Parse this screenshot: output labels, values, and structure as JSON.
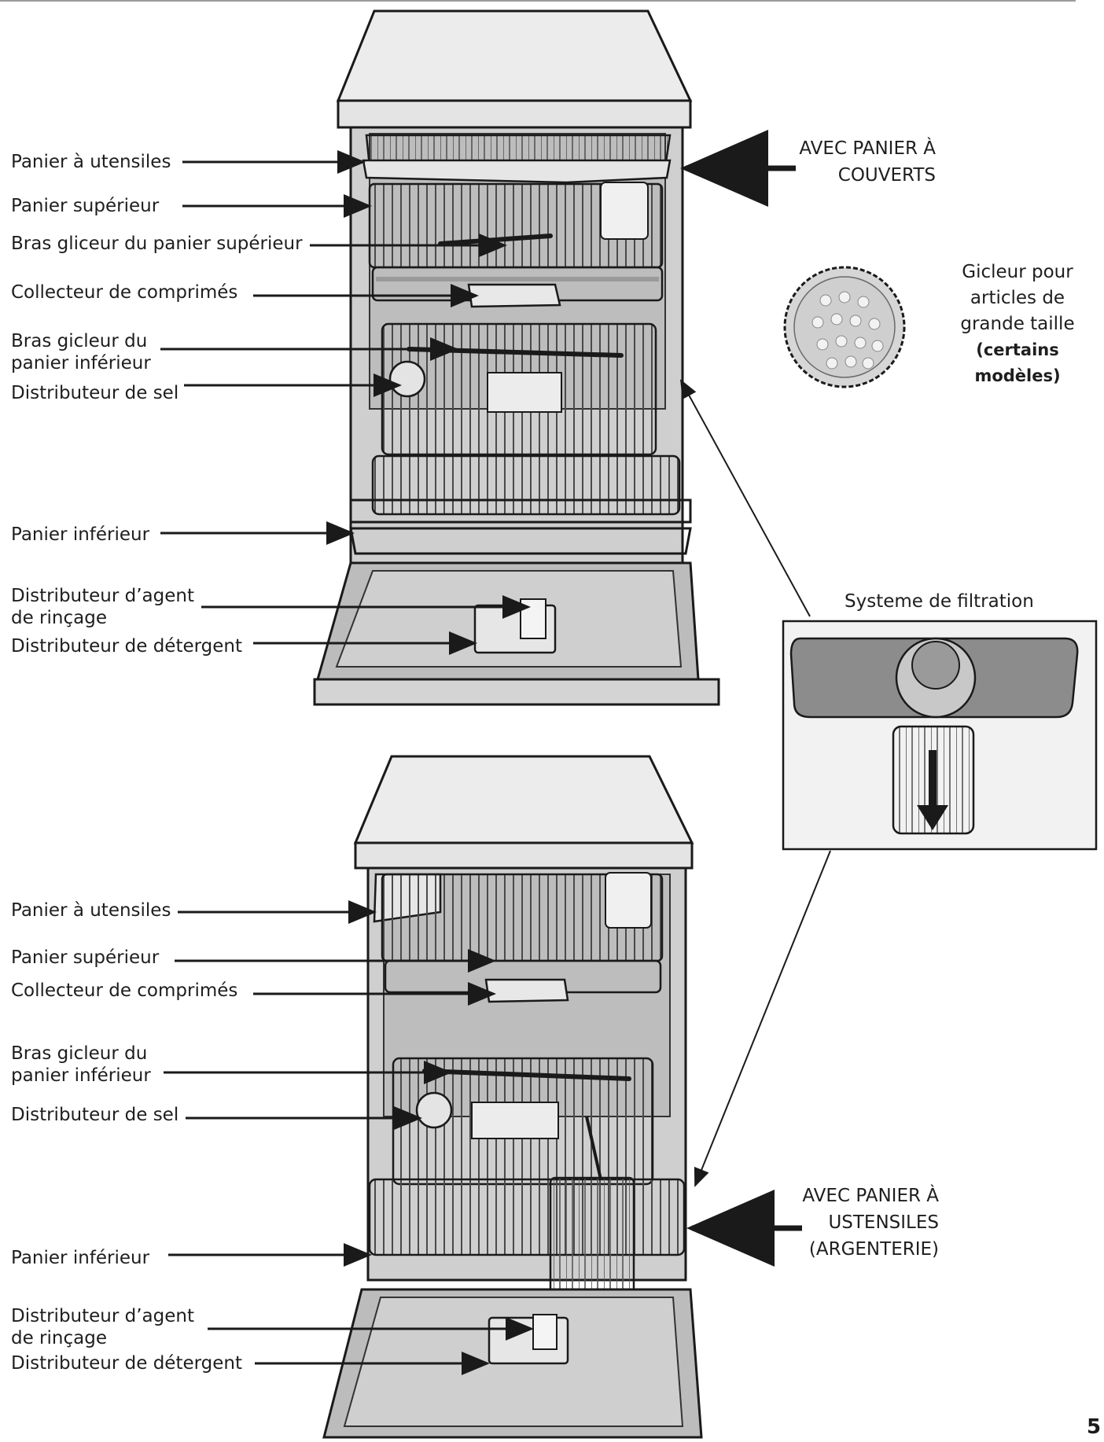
{
  "top_diagram": {
    "labels": [
      "Panier à utensiles",
      "Panier supérieur",
      "Bras gliceur du panier supérieur",
      "Collecteur de comprimés",
      "Bras gicleur du\npanier inférieur",
      "Distributeur de sel",
      "Panier inférieur",
      "Distributeur d’agent\nde rinçage",
      "Distributeur de détergent"
    ],
    "callout": "AVEC PANIER À\nCOUVERTS"
  },
  "bottom_diagram": {
    "labels": [
      "Panier à utensiles",
      "Panier supérieur",
      "Collecteur de comprimés",
      "Bras gicleur du\npanier inférieur",
      "Distributeur de sel",
      "Panier inférieur",
      "Distributeur d’agent\nde rinçage",
      "Distributeur de détergent"
    ],
    "callout": "AVEC PANIER À\nUSTENSILES\n(ARGENTERIE)"
  },
  "nozzle": {
    "text": "Gicleur pour\narticles de\ngrande taille",
    "note": "(certains modèles)"
  },
  "filter": {
    "title": "Systeme de filtration"
  },
  "page_number": "5",
  "colors": {
    "line": "#1a1a1a",
    "body_fill": "#d9d9d9",
    "top_fill": "#ececec",
    "panel_fill": "#f2f2f2",
    "dark_fill": "#8c8c8c"
  }
}
